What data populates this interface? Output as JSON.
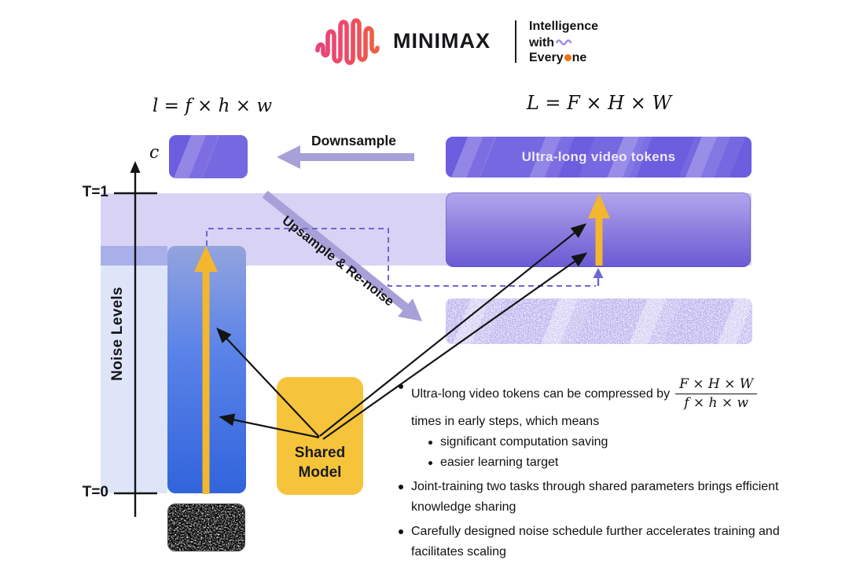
{
  "logo": {
    "brand": "MINIMAX",
    "tagline_line1": "Intelligence",
    "tagline_line2": "with",
    "tagline_line3_pre": "Every",
    "tagline_line3_post": "ne"
  },
  "formulas": {
    "small": "l = f × h × w",
    "large": "L = F × H × W",
    "c_label": "c"
  },
  "flow_labels": {
    "downsample": "Downsample",
    "upsample": "Upsample & Re-noise"
  },
  "axis": {
    "label": "Noise Levels",
    "t_top": "T=1",
    "t_bottom": "T=0"
  },
  "boxes": {
    "ultra_tokens": "Ultra-long video tokens",
    "shared_line1": "Shared",
    "shared_line2": "Model"
  },
  "bullets": {
    "b1_pre": "Ultra-long video tokens can be compressed by",
    "b1_frac_num": "F × H × W",
    "b1_frac_den": "f × h × w",
    "b1_post": "times in early steps, which means",
    "sub1": "significant computation saving",
    "sub2": "easier learning target",
    "b2": "Joint-training two tasks through shared parameters brings efficient knowledge sharing",
    "b3": "Carefully designed noise schedule further accelerates training and facilitates scaling"
  },
  "colors": {
    "accent_purple": "#7568e0",
    "band_lavender": "#d8d3f4",
    "bar_blue": "#3164dc",
    "arrow_gold": "#f2b62f",
    "arrow_purple": "#a8a0d8",
    "shared_yellow": "#f6c43a",
    "logo_pink": "#e8447c",
    "logo_orange": "#f07218"
  }
}
